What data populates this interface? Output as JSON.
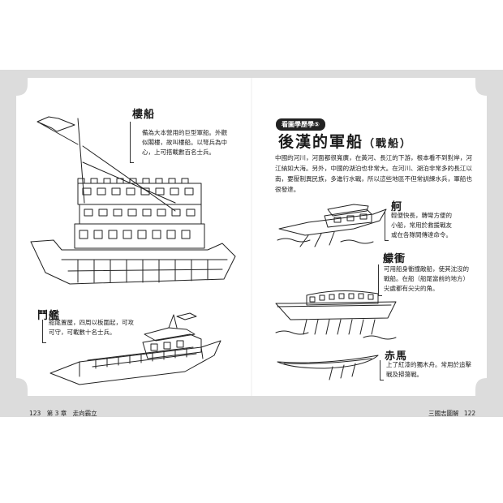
{
  "left_page": {
    "tower_ship": {
      "label": "樓船",
      "desc": [
        "備為大本營用的巨型軍船。外觀",
        "似閣樓，故叫樓船。以弩兵為中",
        "心，上可搭載數百名士兵。"
      ]
    },
    "douxian": {
      "label": "鬥艦",
      "desc": [
        "船尾置屋，四周以板圍起，可攻",
        "可守，可載數十名士兵。"
      ]
    },
    "footer": {
      "page": "123",
      "chapter": "第 3 章",
      "chapter_title": "走向霸立"
    }
  },
  "right_page": {
    "tag": "看圖學歷學⑤",
    "title": "後漢的軍船",
    "title_paren": "（戰船）",
    "intro": [
      "中國的河川，河面都很寬廣，在黃河、長江的下游，根本看不到對岸，河",
      "江納如大海。另外，中國的湖泊也非常大。在河川、湖泊非常多的長江以",
      "南，要壓制異民族，多進行水戰，所以這些地區不但常訓練水兵，軍船也",
      "很發達。"
    ],
    "ships": [
      {
        "label": "舸",
        "desc": [
          "輕便快長，轉彎方便的",
          "小船，常用於救援戰友",
          "或在各隊間傳達命令。"
        ]
      },
      {
        "label": "艨衝",
        "desc": [
          "可用船身衝撞敵船，使其沈沒的",
          "戰船。在船（船尾當前的地方）",
          "尖處都有尖尖的角。"
        ]
      },
      {
        "label": "赤馬",
        "desc": [
          "上了紅漆的獨木舟。常用於追擊",
          "戰及掃蕩戰。"
        ]
      }
    ],
    "footer": {
      "book": "三國志圖解",
      "page": "122"
    }
  }
}
